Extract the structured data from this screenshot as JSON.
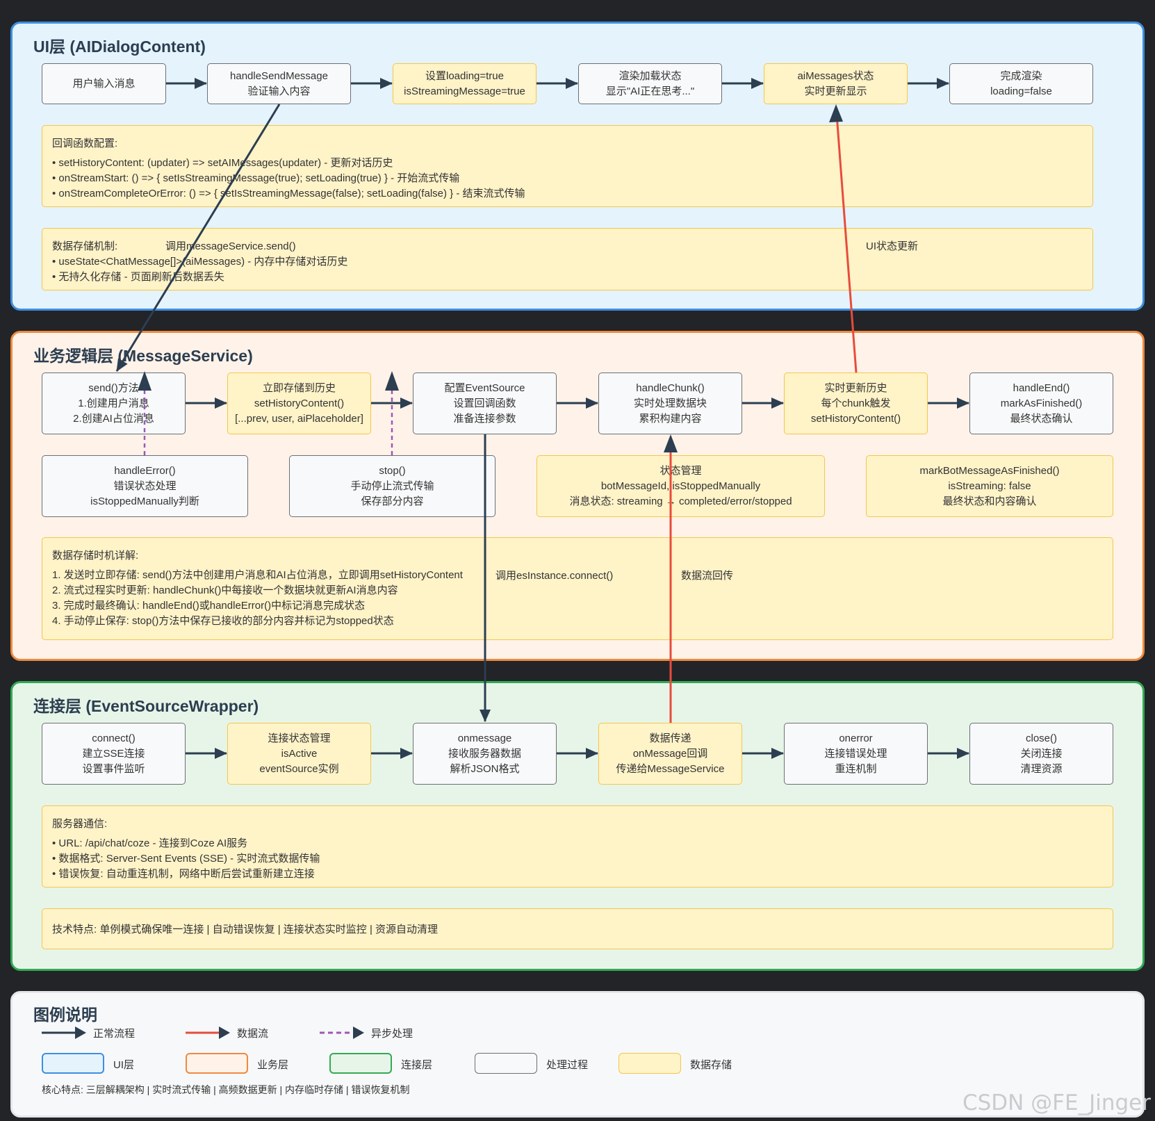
{
  "layers": {
    "ui": {
      "title": "UI层 (AIDialogContent)",
      "boxes": [
        [
          "用户输入消息"
        ],
        [
          "handleSendMessage",
          "验证输入内容"
        ],
        [
          "设置loading=true",
          "isStreamingMessage=true"
        ],
        [
          "渲染加载状态",
          "显示\"AI正在思考...\""
        ],
        [
          "aiMessages状态",
          "实时更新显示"
        ],
        [
          "完成渲染",
          "loading=false"
        ]
      ],
      "callback_panel": {
        "heading": "回调函数配置:",
        "lines": [
          "• setHistoryContent: (updater) => setAIMessages(updater) - 更新对话历史",
          "• onStreamStart: () => { setIsStreamingMessage(true); setLoading(true) } - 开始流式传输",
          "• onStreamCompleteOrError: () => { setIsStreamingMessage(false); setLoading(false) } - 结束流式传输"
        ]
      },
      "storage_panel": {
        "heading": "数据存储机制:",
        "lines": [
          "• useState<ChatMessage[]>(aiMessages) - 内存中存储对话历史",
          "• 无持久化存储 - 页面刷新后数据丢失"
        ]
      },
      "edge_labels": {
        "call_send": "调用messageService.send()",
        "ui_update": "UI状态更新"
      }
    },
    "biz": {
      "title": "业务逻辑层 (MessageService)",
      "boxes_row1": [
        [
          "send()方法",
          "1.创建用户消息",
          "2.创建AI占位消息"
        ],
        [
          "立即存储到历史",
          "setHistoryContent()",
          "[...prev, user, aiPlaceholder]"
        ],
        [
          "配置EventSource",
          "设置回调函数",
          "准备连接参数"
        ],
        [
          "handleChunk()",
          "实时处理数据块",
          "累积构建内容"
        ],
        [
          "实时更新历史",
          "每个chunk触发",
          "setHistoryContent()"
        ],
        [
          "handleEnd()",
          "markAsFinished()",
          "最终状态确认"
        ]
      ],
      "boxes_row2": [
        [
          "handleError()",
          "错误状态处理",
          "isStoppedManually判断"
        ],
        [
          "stop()",
          "手动停止流式传输",
          "保存部分内容"
        ],
        [
          "状态管理",
          "botMessageId, isStoppedManually",
          "消息状态: streaming → completed/error/stopped"
        ],
        [
          "markBotMessageAsFinished()",
          "isStreaming: false",
          "最终状态和内容确认"
        ]
      ],
      "timing_panel": {
        "heading": "数据存储时机详解:",
        "lines": [
          "1. 发送时立即存储: send()方法中创建用户消息和AI占位消息，立即调用setHistoryContent",
          "2. 流式过程实时更新: handleChunk()中每接收一个数据块就更新AI消息内容",
          "3. 完成时最终确认: handleEnd()或handleError()中标记消息完成状态",
          "4. 手动停止保存: stop()方法中保存已接收的部分内容并标记为stopped状态"
        ]
      },
      "edge_labels": {
        "connect": "调用esInstance.connect()",
        "data_back": "数据流回传"
      }
    },
    "conn": {
      "title": "连接层 (EventSourceWrapper)",
      "boxes": [
        [
          "connect()",
          "建立SSE连接",
          "设置事件监听"
        ],
        [
          "连接状态管理",
          "isActive",
          "eventSource实例"
        ],
        [
          "onmessage",
          "接收服务器数据",
          "解析JSON格式"
        ],
        [
          "数据传递",
          "onMessage回调",
          "传递给MessageService"
        ],
        [
          "onerror",
          "连接错误处理",
          "重连机制"
        ],
        [
          "close()",
          "关闭连接",
          "清理资源"
        ]
      ],
      "server_panel": {
        "heading": "服务器通信:",
        "lines": [
          "• URL: /api/chat/coze - 连接到Coze AI服务",
          "• 数据格式: Server-Sent Events (SSE) - 实时流式数据传输",
          "• 错误恢复: 自动重连机制，网络中断后尝试重新建立连接"
        ]
      },
      "tech_panel": "技术特点: 单例模式确保唯一连接 | 自动错误恢复 | 连接状态实时监控 | 资源自动清理"
    }
  },
  "legend": {
    "title": "图例说明",
    "lines": [
      {
        "label": "正常流程",
        "color": "#2c3e50",
        "style": "solid"
      },
      {
        "label": "数据流",
        "color": "#e74c3c",
        "style": "solid"
      },
      {
        "label": "异步处理",
        "color": "#9b59b6",
        "style": "dashed"
      }
    ],
    "swatches": [
      {
        "label": "UI层",
        "fill": "#e5f3fd",
        "stroke": "#3d8fe0"
      },
      {
        "label": "业务层",
        "fill": "#fff2e9",
        "stroke": "#ef8a3e"
      },
      {
        "label": "连接层",
        "fill": "#e7f5e9",
        "stroke": "#33aa55"
      },
      {
        "label": "处理过程",
        "fill": "#f8f9fa",
        "stroke": "#6b6f75"
      },
      {
        "label": "数据存储",
        "fill": "#fff3c8",
        "stroke": "#f2c84b"
      }
    ],
    "summary": "核心特点: 三层解耦架构 | 实时流式传输 | 高频数据更新 | 内存临时存储 | 错误恢复机制"
  },
  "watermark": "CSDN @FE_Jinger"
}
